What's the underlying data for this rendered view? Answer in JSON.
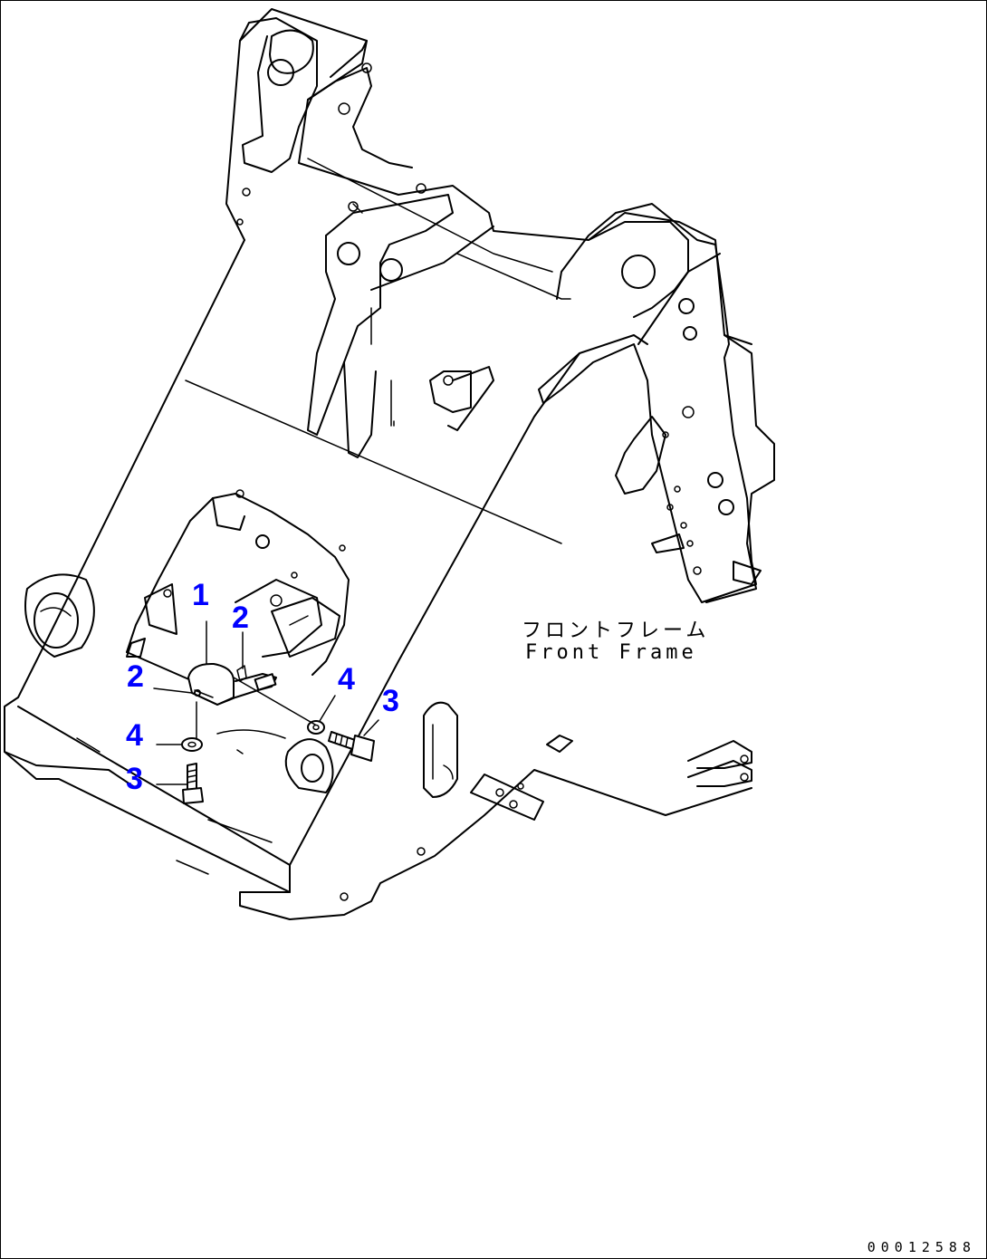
{
  "diagram": {
    "label_jp": "フロントフレーム",
    "label_en": "Front Frame",
    "drawing_number": "00012588",
    "callout_color": "#0000ff",
    "callouts": {
      "c1": "1",
      "c2a": "2",
      "c2b": "2",
      "c3a": "3",
      "c3b": "3",
      "c4a": "4",
      "c4b": "4"
    }
  }
}
